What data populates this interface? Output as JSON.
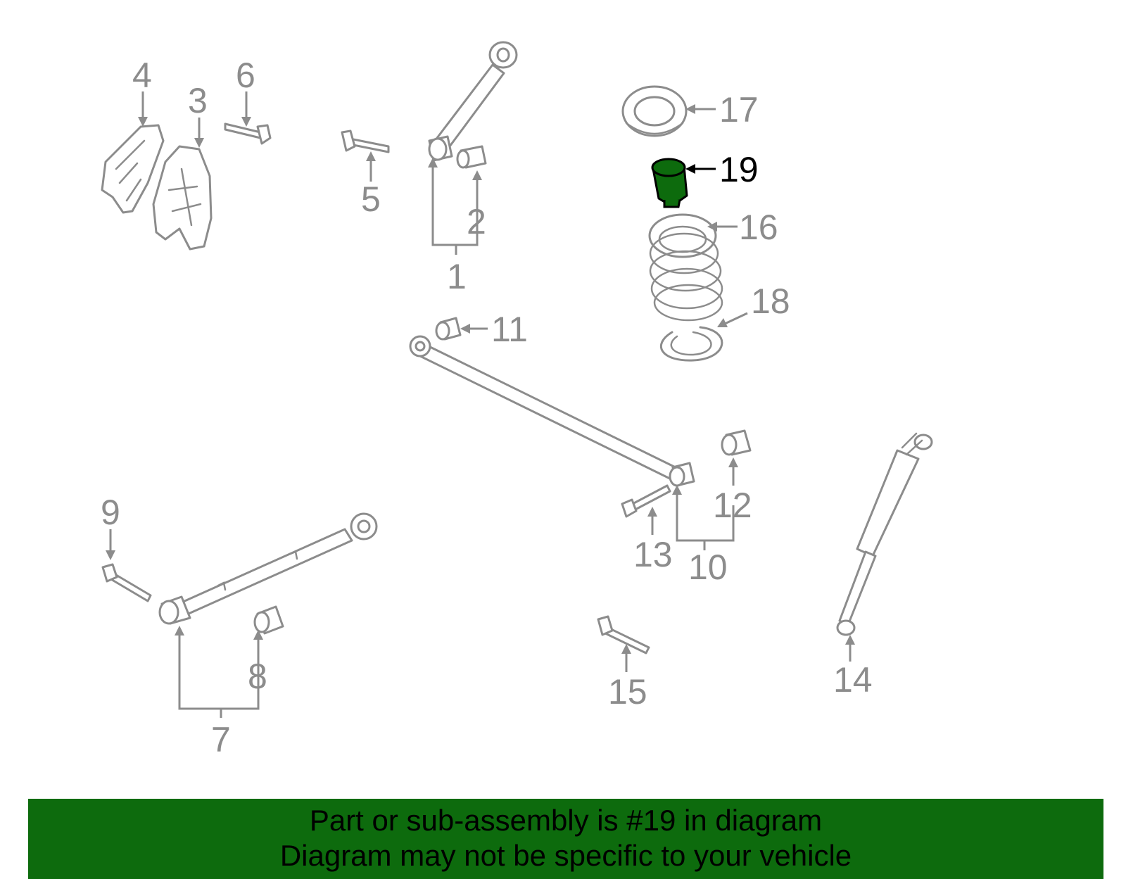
{
  "callouts": {
    "c1": "1",
    "c2": "2",
    "c3": "3",
    "c4": "4",
    "c5": "5",
    "c6": "6",
    "c7": "7",
    "c8": "8",
    "c9": "9",
    "c10": "10",
    "c11": "11",
    "c12": "12",
    "c13": "13",
    "c14": "14",
    "c15": "15",
    "c16": "16",
    "c17": "17",
    "c18": "18",
    "c19": "19"
  },
  "highlighted_part": "19",
  "colors": {
    "line_art": "#8c8c8c",
    "highlight_fill": "#0d6b0d",
    "banner_background": "#0d6b0d",
    "banner_text": "#000000"
  },
  "banner": {
    "line1": "Part or sub-assembly is #19 in diagram",
    "line2": "Diagram may not be specific to your vehicle"
  }
}
